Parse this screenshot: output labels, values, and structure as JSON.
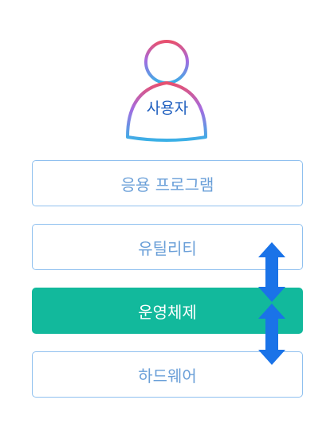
{
  "user": {
    "label": "사용자",
    "icon": "user-icon"
  },
  "layers": {
    "application": "응용 프로그램",
    "utility": "유틸리티",
    "operating_system": "운영체제",
    "hardware": "하드웨어"
  },
  "colors": {
    "icon_gradient_top": "#e8506e",
    "icon_gradient_mid": "#a56be0",
    "icon_gradient_bottom": "#3ab0e6",
    "user_label": "#1f5fbf",
    "layer_border": "#8fc0ef",
    "layer_text": "#6a9fd8",
    "highlight_fill": "#12b99c",
    "highlight_text": "#ffffff",
    "arrow": "#1a73e8"
  }
}
